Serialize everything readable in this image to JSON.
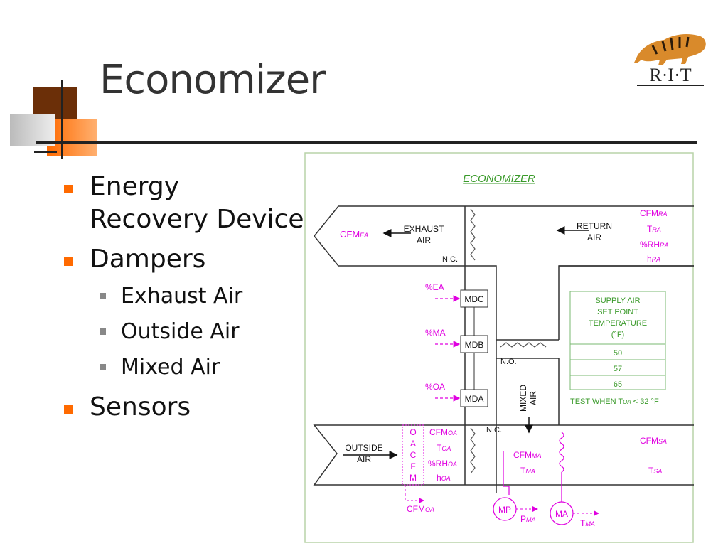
{
  "slide": {
    "title": "Economizer",
    "bullets": [
      {
        "text": "Energy Recovery Device"
      },
      {
        "text": "Dampers",
        "sub": [
          "Exhaust Air",
          "Outside Air",
          "Mixed Air"
        ]
      },
      {
        "text": "Sensors"
      }
    ]
  },
  "logo": {
    "text": "R·I·T"
  },
  "colors": {
    "accent": "#ff6a00",
    "magenta": "#e000e0",
    "green": "#3a9a2a",
    "title": "#333333"
  },
  "diagram": {
    "title": "ECONOMIZER",
    "exhaust": {
      "label_l1": "EXHAUST",
      "label_l2": "AIR",
      "cfm": "CFM",
      "cfm_sub": "EA",
      "nc": "N.C."
    },
    "return": {
      "label_l1": "RETURN",
      "label_l2": "AIR",
      "cfm": "CFM",
      "cfm_sub": "RA",
      "t": "T",
      "t_sub": "RA",
      "rh": "%RH",
      "rh_sub": "RA",
      "h": "h",
      "h_sub": "RA"
    },
    "dampers": [
      {
        "signal": "%EA",
        "name": "MDC"
      },
      {
        "signal": "%MA",
        "name": "MDB"
      },
      {
        "signal": "%OA",
        "name": "MDA"
      }
    ],
    "no_label": "N.O.",
    "nc2_label": "N.C.",
    "mixed_l1": "MIXED",
    "mixed_l2": "AIR",
    "supply_box": {
      "header": [
        "SUPPLY AIR",
        "SET POINT",
        "TEMPERATURE",
        "(°F)"
      ],
      "rows": [
        "50",
        "57",
        "65"
      ],
      "test_pre": "TEST WHEN T",
      "test_sub": "OA",
      "test_post": " < 32 °F"
    },
    "outside": {
      "label_l1": "OUTSIDE",
      "label_l2": "AIR",
      "oacfm": [
        "O",
        "A",
        "C",
        "F",
        "M"
      ],
      "cfm": "CFM",
      "cfm_sub": "OA",
      "t": "T",
      "t_sub": "OA",
      "rh": "%RH",
      "rh_sub": "OA",
      "h": "h",
      "h_sub": "OA",
      "cfm_out": "CFM",
      "cfm_out_sub": "OA"
    },
    "mixed_sensors": {
      "cfm": "CFM",
      "cfm_sub": "MA",
      "t": "T",
      "t_sub": "MA"
    },
    "supply_sensors": {
      "cfm": "CFM",
      "cfm_sub": "SA",
      "t": "T",
      "t_sub": "SA"
    },
    "mp": {
      "name": "MP",
      "out": "P",
      "out_sub": "MA"
    },
    "ma": {
      "name": "MA",
      "out": "T",
      "out_sub": "MA"
    }
  }
}
